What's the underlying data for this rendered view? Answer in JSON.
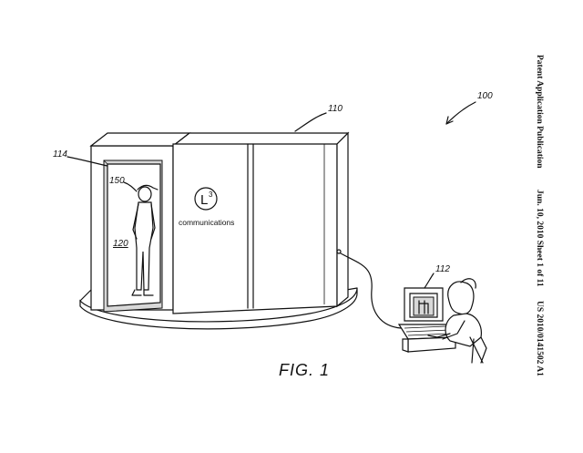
{
  "figure": {
    "caption": "FIG. 1",
    "refs": {
      "system": "100",
      "portal": "110",
      "operator_station": "112",
      "entrance": "114",
      "person": "150",
      "detection_zone": "120"
    },
    "logo": {
      "brand": "communications",
      "mark": "L",
      "superscript": "3"
    }
  },
  "header": {
    "publication": "Patent Application Publication",
    "sheet": "Jun. 10, 2010  Sheet 1 of 11",
    "number": "US 2010/0141502 A1"
  }
}
